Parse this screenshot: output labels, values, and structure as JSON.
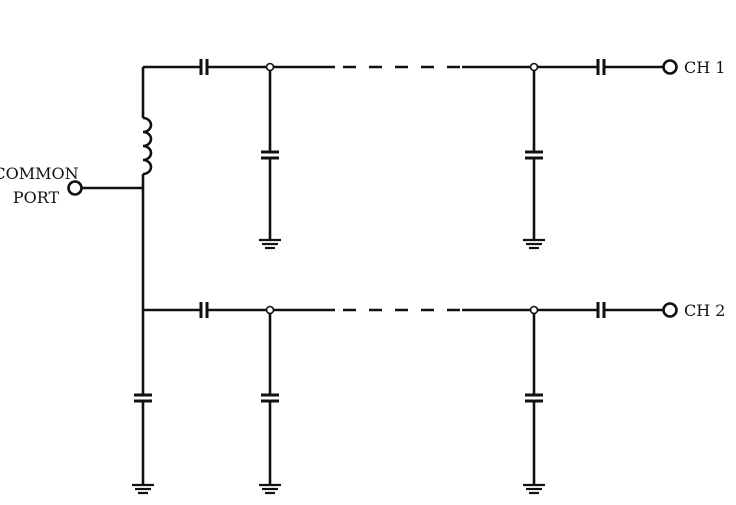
{
  "labels": {
    "common_port_line1": "COMMON",
    "common_port_line2": "PORT",
    "ch1": "CH 1",
    "ch2": "CH 2"
  },
  "colors": {
    "line": "#111111",
    "background": "#ffffff"
  }
}
